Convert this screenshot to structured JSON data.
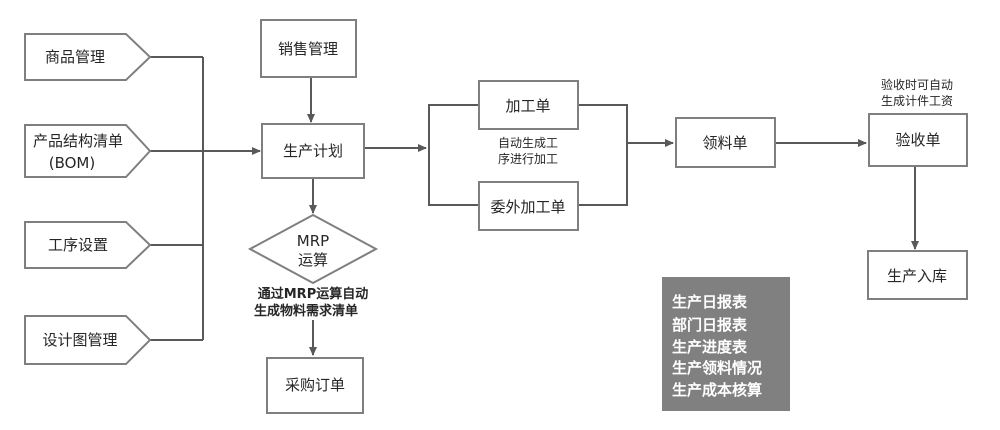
{
  "nodes": {
    "goods_mgmt": "商品管理",
    "bom_line1": "产品结构清单",
    "bom_line2": "(BOM)",
    "process_setup": "工序设置",
    "design_mgmt": "设计图管理",
    "sales_mgmt": "销售管理",
    "prod_plan": "生产计划",
    "mrp_line1": "MRP",
    "mrp_line2": "运算",
    "purchase_order": "采购订单",
    "work_order": "加工单",
    "outsource_order": "委外加工单",
    "material_req": "领料单",
    "inspection": "验收单",
    "warehousing": "生产入库"
  },
  "notes": {
    "mrp_note_line1": "通过MRP运算自动",
    "mrp_note_line2": "生成物料需求清单",
    "workorder_note_line1": "自动生成工",
    "workorder_note_line2": "序进行加工",
    "inspection_note_line1": "验收时可自动",
    "inspection_note_line2": "生成计件工资"
  },
  "reports": {
    "items": [
      "生产日报表",
      "部门日报表",
      "生产进度表",
      "生产领料情况",
      "生产成本核算"
    ]
  },
  "colors": {
    "box_border": "#7f7f7f",
    "connector": "#595959",
    "report_bg": "#808080"
  }
}
